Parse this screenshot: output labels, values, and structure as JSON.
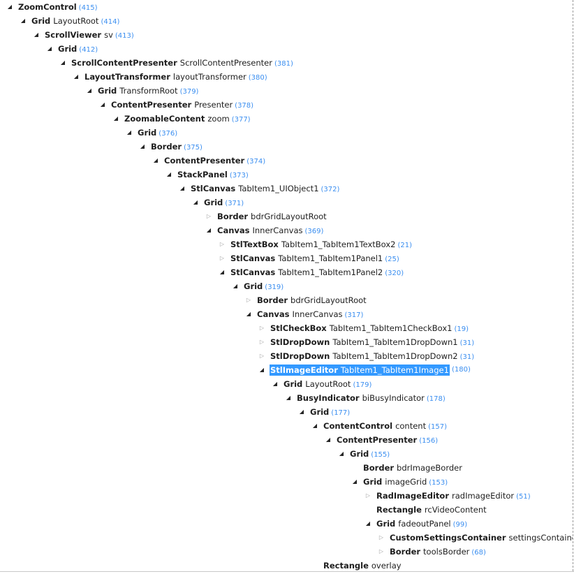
{
  "colors": {
    "selection": "#3399ff",
    "count": "#3a8ef0"
  },
  "tree": [
    {
      "level": 0,
      "type": "ZoomControl",
      "name": "",
      "count": "(415)",
      "state": "expanded"
    },
    {
      "level": 1,
      "type": "Grid",
      "name": "LayoutRoot",
      "count": "(414)",
      "state": "expanded"
    },
    {
      "level": 2,
      "type": "ScrollViewer",
      "name": "sv",
      "count": "(413)",
      "state": "expanded"
    },
    {
      "level": 3,
      "type": "Grid",
      "name": "",
      "count": "(412)",
      "state": "expanded"
    },
    {
      "level": 4,
      "type": "ScrollContentPresenter",
      "name": "ScrollContentPresenter",
      "count": "(381)",
      "state": "expanded"
    },
    {
      "level": 5,
      "type": "LayoutTransformer",
      "name": "layoutTransformer",
      "count": "(380)",
      "state": "expanded"
    },
    {
      "level": 6,
      "type": "Grid",
      "name": "TransformRoot",
      "count": "(379)",
      "state": "expanded"
    },
    {
      "level": 7,
      "type": "ContentPresenter",
      "name": "Presenter",
      "count": "(378)",
      "state": "expanded"
    },
    {
      "level": 8,
      "type": "ZoomableContent",
      "name": "zoom",
      "count": "(377)",
      "state": "expanded"
    },
    {
      "level": 9,
      "type": "Grid",
      "name": "",
      "count": "(376)",
      "state": "expanded"
    },
    {
      "level": 10,
      "type": "Border",
      "name": "",
      "count": "(375)",
      "state": "expanded"
    },
    {
      "level": 11,
      "type": "ContentPresenter",
      "name": "",
      "count": "(374)",
      "state": "expanded"
    },
    {
      "level": 12,
      "type": "StackPanel",
      "name": "",
      "count": "(373)",
      "state": "expanded"
    },
    {
      "level": 13,
      "type": "StlCanvas",
      "name": "TabItem1_UIObject1",
      "count": "(372)",
      "state": "expanded"
    },
    {
      "level": 14,
      "type": "Grid",
      "name": "",
      "count": "(371)",
      "state": "expanded"
    },
    {
      "level": 15,
      "type": "Border",
      "name": "bdrGridLayoutRoot",
      "count": "",
      "state": "collapsed"
    },
    {
      "level": 15,
      "type": "Canvas",
      "name": "InnerCanvas",
      "count": "(369)",
      "state": "expanded"
    },
    {
      "level": 16,
      "type": "StlTextBox",
      "name": "TabItem1_TabItem1TextBox2",
      "count": "(21)",
      "state": "collapsed"
    },
    {
      "level": 16,
      "type": "StlCanvas",
      "name": "TabItem1_TabItem1Panel1",
      "count": "(25)",
      "state": "collapsed"
    },
    {
      "level": 16,
      "type": "StlCanvas",
      "name": "TabItem1_TabItem1Panel2",
      "count": "(320)",
      "state": "expanded"
    },
    {
      "level": 17,
      "type": "Grid",
      "name": "",
      "count": "(319)",
      "state": "expanded"
    },
    {
      "level": 18,
      "type": "Border",
      "name": "bdrGridLayoutRoot",
      "count": "",
      "state": "collapsed"
    },
    {
      "level": 18,
      "type": "Canvas",
      "name": "InnerCanvas",
      "count": "(317)",
      "state": "expanded"
    },
    {
      "level": 19,
      "type": "StlCheckBox",
      "name": "TabItem1_TabItem1CheckBox1",
      "count": "(19)",
      "state": "collapsed"
    },
    {
      "level": 19,
      "type": "StlDropDown",
      "name": "TabItem1_TabItem1DropDown1",
      "count": "(31)",
      "state": "collapsed"
    },
    {
      "level": 19,
      "type": "StlDropDown",
      "name": "TabItem1_TabItem1DropDown2",
      "count": "(31)",
      "state": "collapsed"
    },
    {
      "level": 19,
      "type": "StlImageEditor",
      "name": "TabItem1_TabItem1Image1",
      "count": "(180)",
      "state": "expanded",
      "selected": true
    },
    {
      "level": 20,
      "type": "Grid",
      "name": "LayoutRoot",
      "count": "(179)",
      "state": "expanded"
    },
    {
      "level": 21,
      "type": "BusyIndicator",
      "name": "biBusyIndicator",
      "count": "(178)",
      "state": "expanded"
    },
    {
      "level": 22,
      "type": "Grid",
      "name": "",
      "count": "(177)",
      "state": "expanded"
    },
    {
      "level": 23,
      "type": "ContentControl",
      "name": "content",
      "count": "(157)",
      "state": "expanded"
    },
    {
      "level": 24,
      "type": "ContentPresenter",
      "name": "",
      "count": "(156)",
      "state": "expanded"
    },
    {
      "level": 25,
      "type": "Grid",
      "name": "",
      "count": "(155)",
      "state": "expanded"
    },
    {
      "level": 26,
      "type": "Border",
      "name": "bdrImageBorder",
      "count": "",
      "state": "leaf"
    },
    {
      "level": 26,
      "type": "Grid",
      "name": "imageGrid",
      "count": "(153)",
      "state": "expanded"
    },
    {
      "level": 27,
      "type": "RadImageEditor",
      "name": "radImageEditor",
      "count": "(51)",
      "state": "collapsed"
    },
    {
      "level": 27,
      "type": "Rectangle",
      "name": "rcVideoContent",
      "count": "",
      "state": "leaf"
    },
    {
      "level": 27,
      "type": "Grid",
      "name": "fadeoutPanel",
      "count": "(99)",
      "state": "expanded"
    },
    {
      "level": 28,
      "type": "CustomSettingsContainer",
      "name": "settingsContainer",
      "count": "",
      "state": "collapsed"
    },
    {
      "level": 28,
      "type": "Border",
      "name": "toolsBorder",
      "count": "(68)",
      "state": "collapsed"
    },
    {
      "level": 23,
      "type": "Rectangle",
      "name": "overlay",
      "count": "",
      "state": "leaf"
    }
  ]
}
